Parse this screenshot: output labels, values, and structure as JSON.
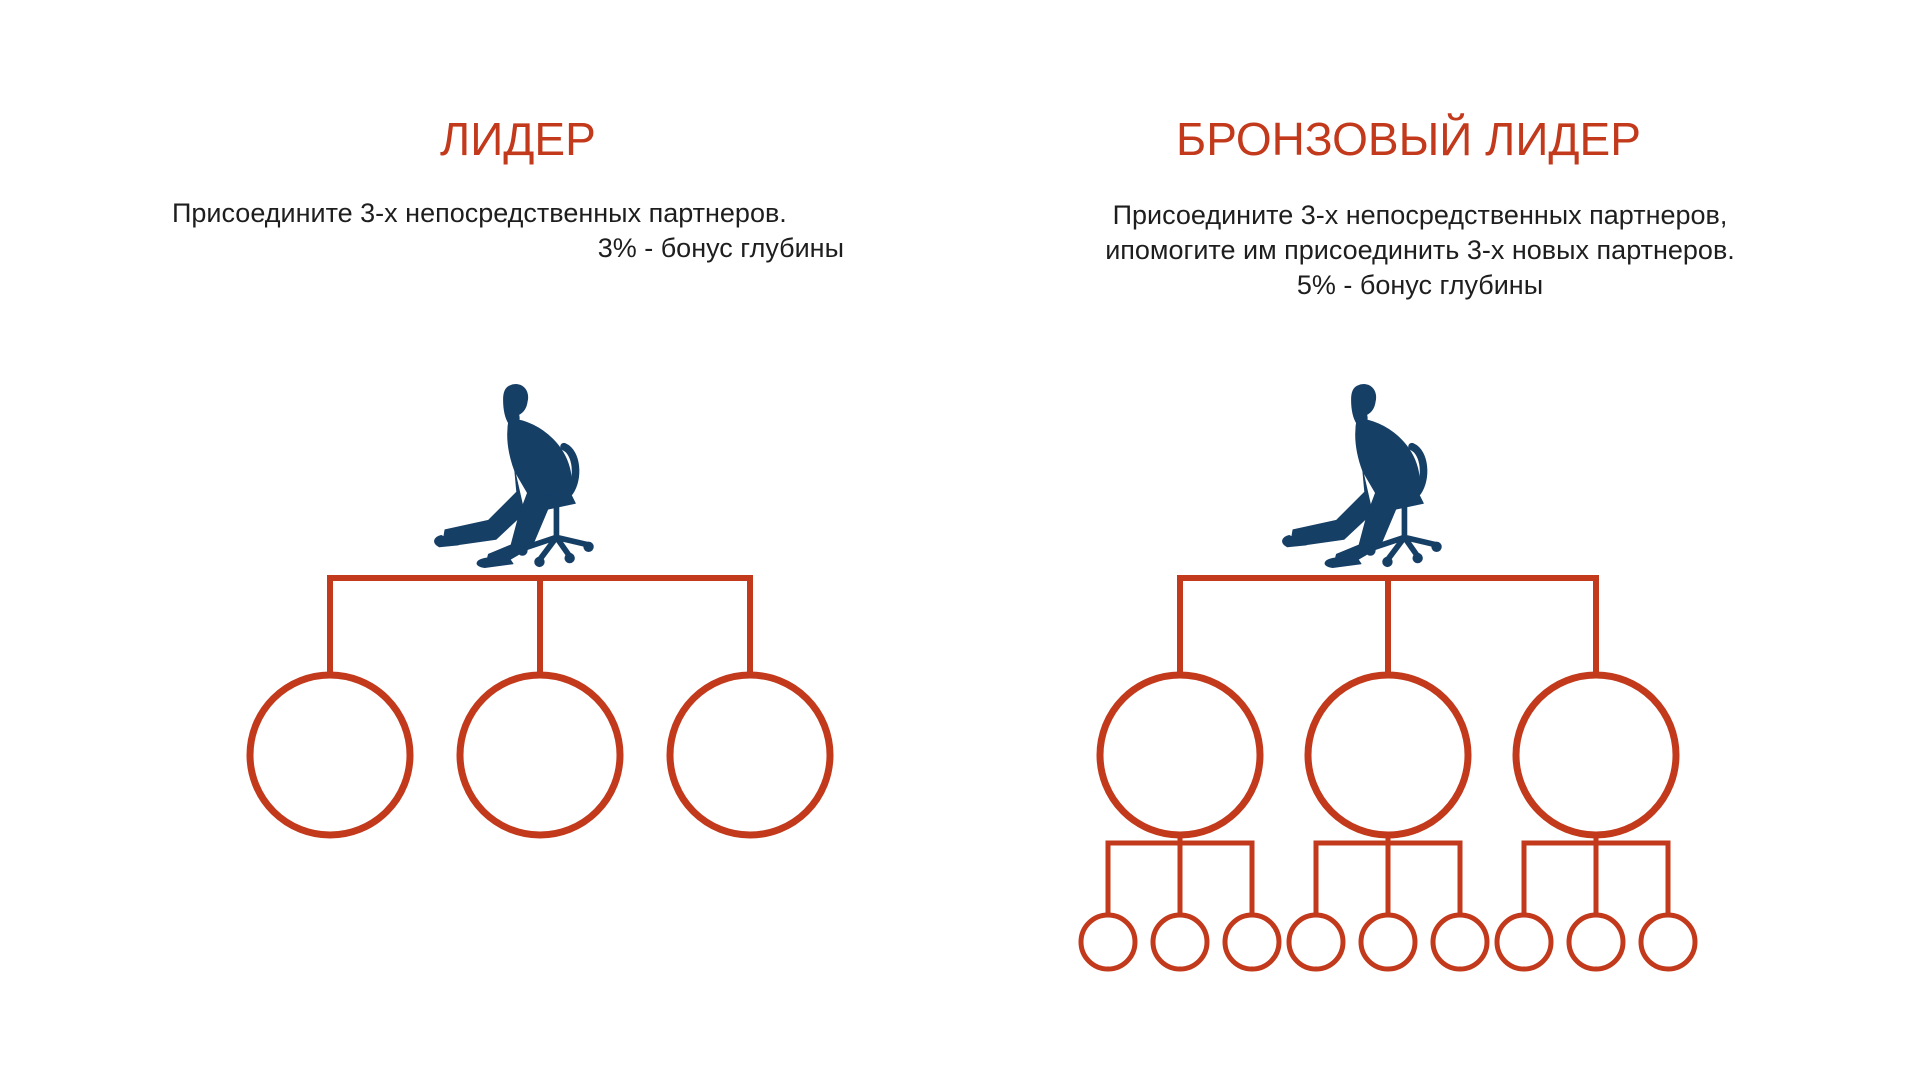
{
  "left_panel": {
    "title": "ЛИДЕР",
    "description": [
      "Присоедините 3-х непосредственных партнеров.",
      "3% - бонус глубины"
    ],
    "bonus_percent": 3,
    "direct_partners": 3
  },
  "right_panel": {
    "title": "БРОНЗОВЫЙ ЛИДЕР",
    "description": [
      "Присоедините 3-х непосредственных партнеров,",
      "ипомогите им присоединить 3-х новых партнеров.",
      "5% - бонус глубины"
    ],
    "bonus_percent": 5,
    "direct_partners": 3,
    "second_level_partners_each": 3
  },
  "icons": {
    "leader": "seated-businessman-icon",
    "partner": "businessman-bust-icon"
  },
  "colors": {
    "accent": "#c2391b",
    "figure": "#163f66",
    "text": "#1e1e1e",
    "background": "#ffffff"
  }
}
